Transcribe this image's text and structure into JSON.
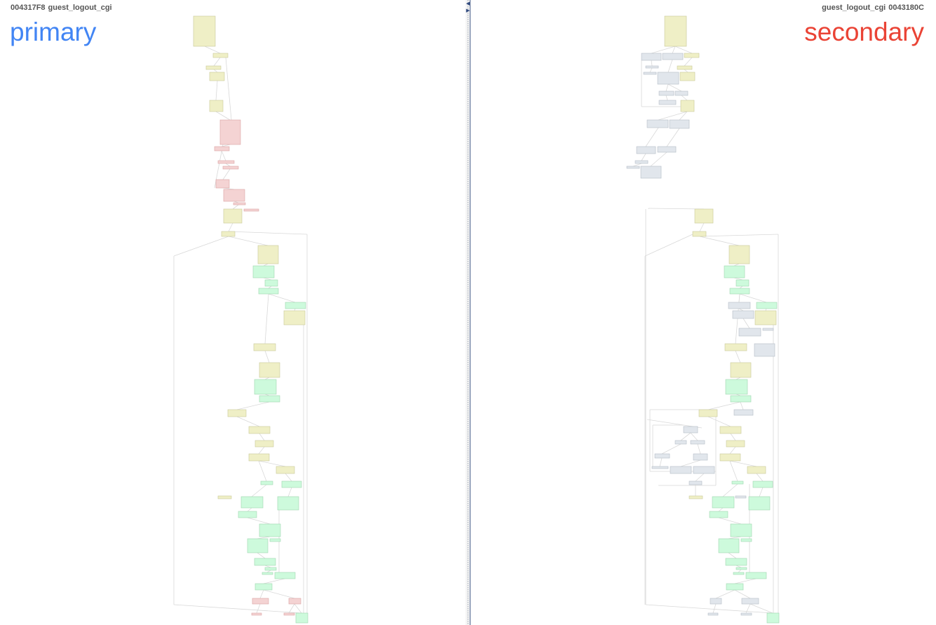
{
  "primary": {
    "address": "004317F8",
    "function": "guest_logout_cgi",
    "label": "primary",
    "label_color": "#4285f4"
  },
  "secondary": {
    "address": "0043180C",
    "function": "guest_logout_cgi",
    "label": "secondary",
    "label_color": "#ea4335"
  },
  "colors": {
    "matched": "#efefc6",
    "matched_border": "#c8c89a",
    "identical": "#cdfadc",
    "identical_border": "#9ed6b0",
    "unmatched_primary": "#f4d3d3",
    "unmatched_primary_border": "#d9a3a3",
    "unmatched_secondary": "#e1e6ec",
    "unmatched_secondary_border": "#b4bcc6",
    "edge": "#d8d8d8"
  },
  "splitter": {
    "collapse_left_icon": "triangle-left-icon",
    "collapse_right_icon": "triangle-right-icon"
  }
}
